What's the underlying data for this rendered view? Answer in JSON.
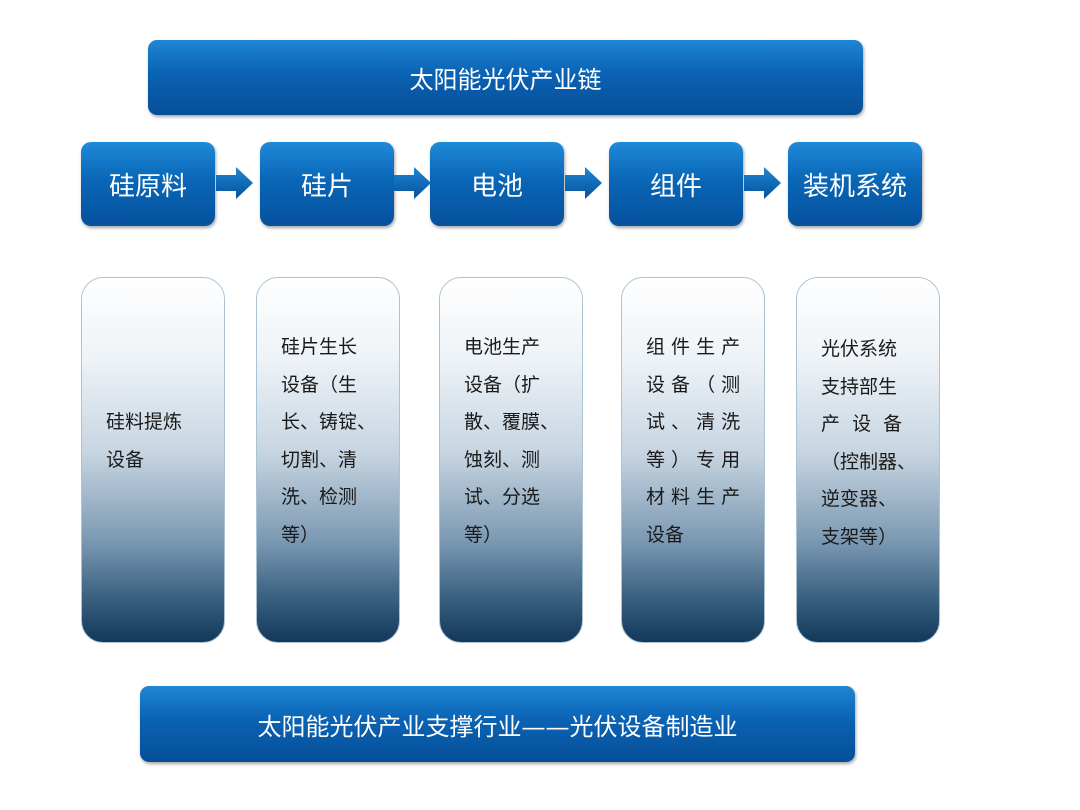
{
  "title": "太阳能光伏产业链",
  "stages": [
    "硅原料",
    "硅片",
    "电池",
    "组件",
    "装机系统"
  ],
  "equipment": [
    "硅料提炼\n设备",
    "硅片生长\n设备（生\n长、铸锭、\n切割、清\n洗、检测\n等）",
    "电池生产\n设备（扩\n散、覆膜、\n蚀刻、测\n试、分选\n等）",
    "组 件 生 产\n设 备 （ 测\n试 、 清 洗\n等 ） 专 用\n材 料 生 产\n设备",
    "光伏系统\n支持部生\n产  设  备\n（控制器、\n逆变器、\n支架等）"
  ],
  "footer": "太阳能光伏产业支撑行业——光伏设备制造业",
  "colors": {
    "accent_blue": "#0a62b3",
    "card_dark": "#13385a"
  }
}
